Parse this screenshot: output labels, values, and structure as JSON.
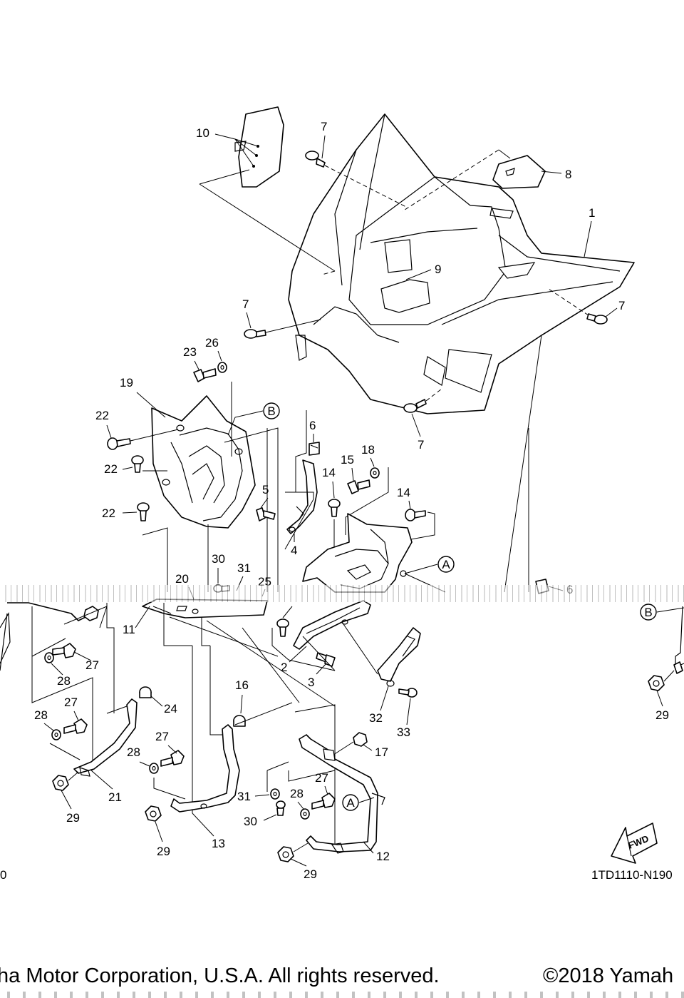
{
  "diagram": {
    "callouts": [
      {
        "id": "c1",
        "text": "1"
      },
      {
        "id": "c2",
        "text": "2"
      },
      {
        "id": "c3",
        "text": "3"
      },
      {
        "id": "c4",
        "text": "4"
      },
      {
        "id": "c5",
        "text": "5"
      },
      {
        "id": "c6a",
        "text": "6"
      },
      {
        "id": "c6b",
        "text": "6"
      },
      {
        "id": "c7a",
        "text": "7"
      },
      {
        "id": "c7b",
        "text": "7"
      },
      {
        "id": "c7c",
        "text": "7"
      },
      {
        "id": "c7d",
        "text": "7"
      },
      {
        "id": "c8",
        "text": "8"
      },
      {
        "id": "c9",
        "text": "9"
      },
      {
        "id": "c10",
        "text": "10"
      },
      {
        "id": "c11",
        "text": "11"
      },
      {
        "id": "c12",
        "text": "12"
      },
      {
        "id": "c13",
        "text": "13"
      },
      {
        "id": "c14a",
        "text": "14"
      },
      {
        "id": "c14b",
        "text": "14"
      },
      {
        "id": "c15",
        "text": "15"
      },
      {
        "id": "c16",
        "text": "16"
      },
      {
        "id": "c17",
        "text": "17"
      },
      {
        "id": "c18",
        "text": "18"
      },
      {
        "id": "c19",
        "text": "19"
      },
      {
        "id": "c20",
        "text": "20"
      },
      {
        "id": "c21",
        "text": "21"
      },
      {
        "id": "c22a",
        "text": "22"
      },
      {
        "id": "c22b",
        "text": "22"
      },
      {
        "id": "c22c",
        "text": "22"
      },
      {
        "id": "c23",
        "text": "23"
      },
      {
        "id": "c24",
        "text": "24"
      },
      {
        "id": "c25",
        "text": "25"
      },
      {
        "id": "c26",
        "text": "26"
      },
      {
        "id": "c27a",
        "text": "27"
      },
      {
        "id": "c27b",
        "text": "27"
      },
      {
        "id": "c27c",
        "text": "27"
      },
      {
        "id": "c27d",
        "text": "27"
      },
      {
        "id": "c28a",
        "text": "28"
      },
      {
        "id": "c28b",
        "text": "28"
      },
      {
        "id": "c28c",
        "text": "28"
      },
      {
        "id": "c28d",
        "text": "28"
      },
      {
        "id": "c29a",
        "text": "29"
      },
      {
        "id": "c29b",
        "text": "29"
      },
      {
        "id": "c29c",
        "text": "29"
      },
      {
        "id": "c29d",
        "text": "29"
      },
      {
        "id": "c30a",
        "text": "30"
      },
      {
        "id": "c30b",
        "text": "30"
      },
      {
        "id": "c31a",
        "text": "31"
      },
      {
        "id": "c31b",
        "text": "31"
      },
      {
        "id": "c32",
        "text": "32"
      },
      {
        "id": "c33",
        "text": "33"
      }
    ],
    "reference_markers": [
      {
        "id": "mB1",
        "letter": "B"
      },
      {
        "id": "mB2",
        "letter": "B"
      },
      {
        "id": "mA1",
        "letter": "A"
      },
      {
        "id": "mA2",
        "letter": "A"
      }
    ],
    "direction_label": "FWD",
    "diagram_code": "1TD1110-N190",
    "left_edge_fragment": "0"
  },
  "footer": {
    "left_text": "ha Motor Corporation, U.S.A. All rights reserved.",
    "right_text": "©2018 Yamah"
  }
}
